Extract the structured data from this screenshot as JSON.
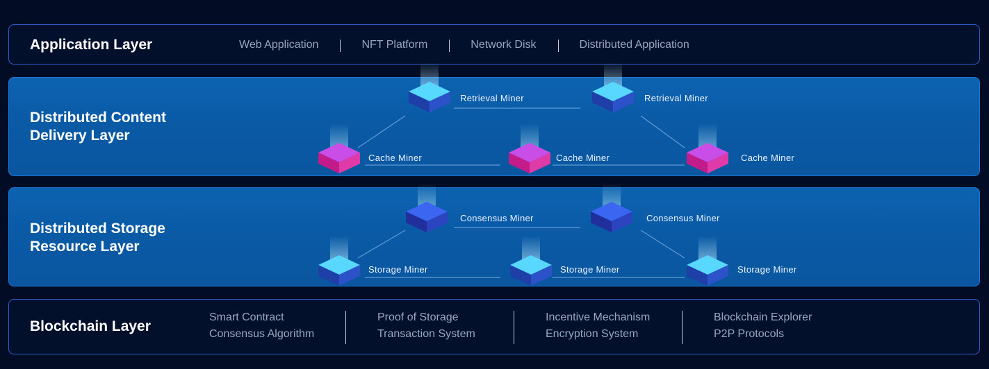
{
  "application_layer": {
    "title": "Application Layer",
    "items": [
      "Web Application",
      "NFT Platform",
      "Network Disk",
      "Distributed Application"
    ]
  },
  "content_delivery_layer": {
    "title": "Distributed Content\nDelivery Layer",
    "nodes": {
      "retrieval_1": "Retrieval Miner",
      "retrieval_2": "Retrieval Miner",
      "cache_1": "Cache Miner",
      "cache_2": "Cache Miner",
      "cache_3": "Cache Miner"
    }
  },
  "storage_layer": {
    "title": "Distributed Storage\nResource Layer",
    "nodes": {
      "consensus_1": "Consensus Miner",
      "consensus_2": "Consensus Miner",
      "storage_1": "Storage Miner",
      "storage_2": "Storage Miner",
      "storage_3": "Storage Miner"
    }
  },
  "blockchain_layer": {
    "title": "Blockchain Layer",
    "columns": [
      [
        "Smart Contract",
        "Consensus Algorithm"
      ],
      [
        "Proof of Storage",
        "Transaction System"
      ],
      [
        "Incentive Mechanism",
        "Encryption System"
      ],
      [
        "Blockchain Explorer",
        "P2P Protocols"
      ]
    ]
  },
  "colors": {
    "background": "#020c24",
    "panel_border": "#2c5fcf",
    "layer_blue": "#0a5aa6",
    "cyan_node": "#3fd0ff",
    "magenta_node": "#e23cc4",
    "indigo_node": "#3a5cf0"
  }
}
